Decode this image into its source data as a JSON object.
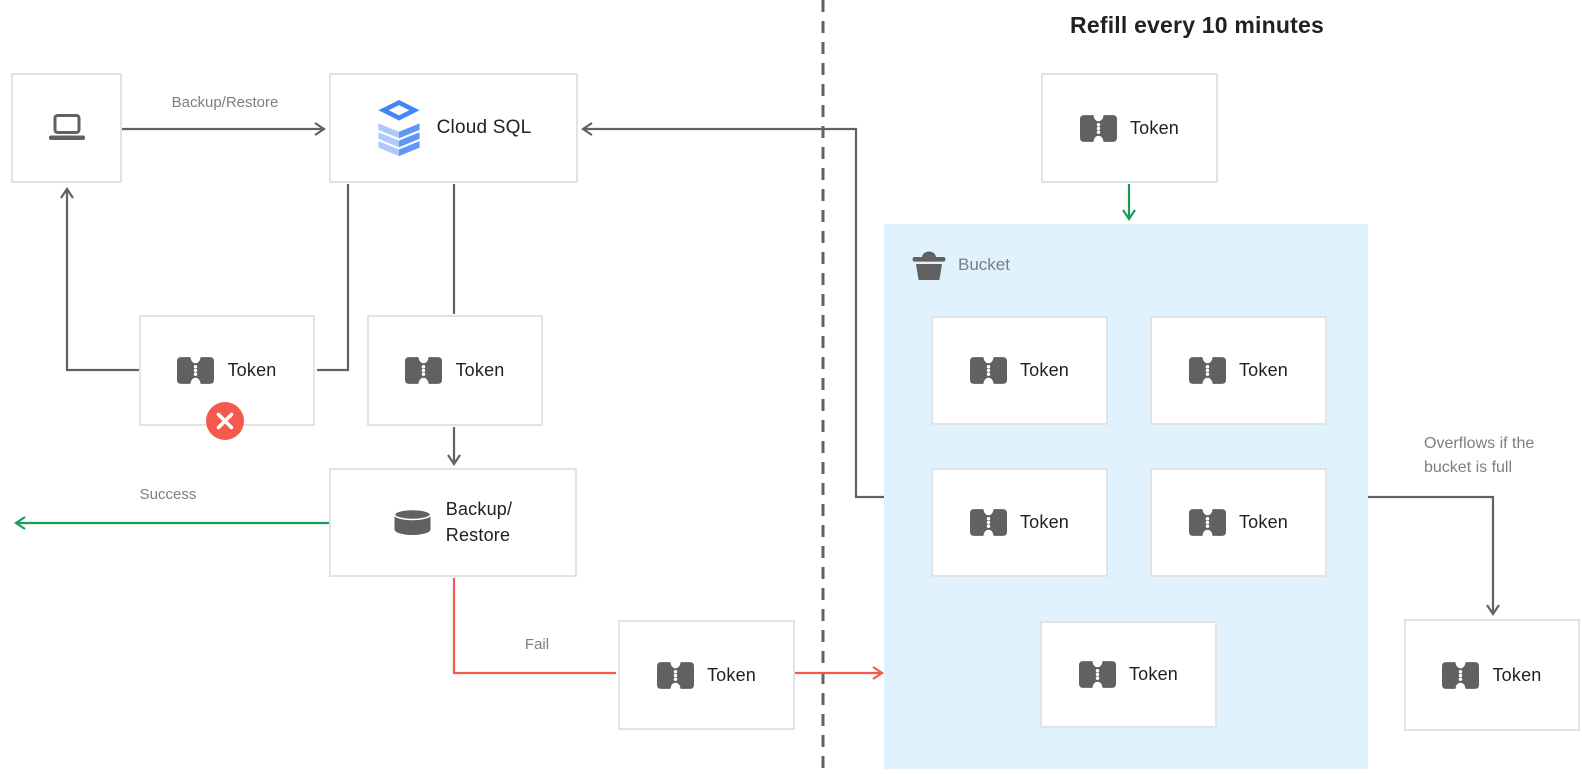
{
  "title": "Refill every 10 minutes",
  "left_flow": {
    "request_arrow_label": "Backup/Restore",
    "cloud_sql_label": "Cloud SQL",
    "token_label": "Token",
    "backup_node_line1": "Backup/",
    "backup_node_line2": "Restore",
    "success_label": "Success",
    "fail_label": "Fail"
  },
  "bucket": {
    "label": "Bucket",
    "token_label": "Token",
    "token_count": 5
  },
  "right_flow": {
    "refill_token_label": "Token",
    "overflow_note_line1": "Overflows if the",
    "overflow_note_line2": "bucket is full",
    "overflow_token_label": "Token"
  },
  "colors": {
    "wire": "#5f6368",
    "green": "#169e58",
    "red": "#f4594e",
    "bucket_fill": "#dff2fd",
    "icon_gray": "#616161",
    "text_dark": "#212124",
    "text_gray": "#7b7f83",
    "node_border": "#e2e3e4",
    "badge_red": "#f4594e",
    "csql_ring": "#4285f4",
    "csql_left": "#adc9fb",
    "csql_right": "#5e97f6"
  },
  "icons": {
    "laptop": "laptop-icon",
    "cloud_sql": "cloud-sql-icon",
    "token": "ticket-icon",
    "database": "database-cylinder-icon",
    "bucket": "bucket-icon",
    "error": "error-x-icon"
  }
}
